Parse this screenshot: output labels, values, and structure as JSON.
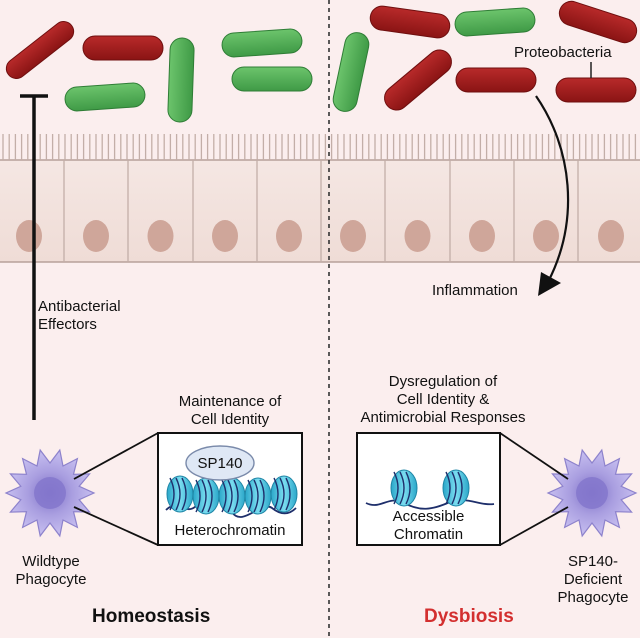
{
  "colors": {
    "background": "#fbeeee",
    "proteobacteria": "#9b1a1a",
    "commensal": "#4caf50",
    "epithelium": "#f3e3de",
    "nucleus": "#cfa69a",
    "phagocyte": "#b1a6e6",
    "nucleosome": "#49c4e0",
    "dysbiosis_title": "#d32f2f"
  },
  "left_panel": {
    "effector_label_line1": "Antibacterial",
    "effector_label_line2": "Effectors",
    "identity_label_line1": "Maintenance of",
    "identity_label_line2": "Cell Identity",
    "sp140_badge": "SP140",
    "chromatin_label": "Heterochromatin",
    "cell_label_line1": "Wildtype",
    "cell_label_line2": "Phagocyte",
    "title": "Homeostasis"
  },
  "right_panel": {
    "bacteria_label": "Proteobacteria",
    "inflammation_label": "Inflammation",
    "dysregulation_line1": "Dysregulation of",
    "dysregulation_line2": "Cell Identity &",
    "dysregulation_line3": "Antimicrobial Responses",
    "chromatin_label_line1": "Accessible",
    "chromatin_label_line2": "Chromatin",
    "cell_label_line1": "SP140-",
    "cell_label_line2": "Deficient",
    "cell_label_line3": "Phagocyte",
    "title": "Dysbiosis"
  }
}
